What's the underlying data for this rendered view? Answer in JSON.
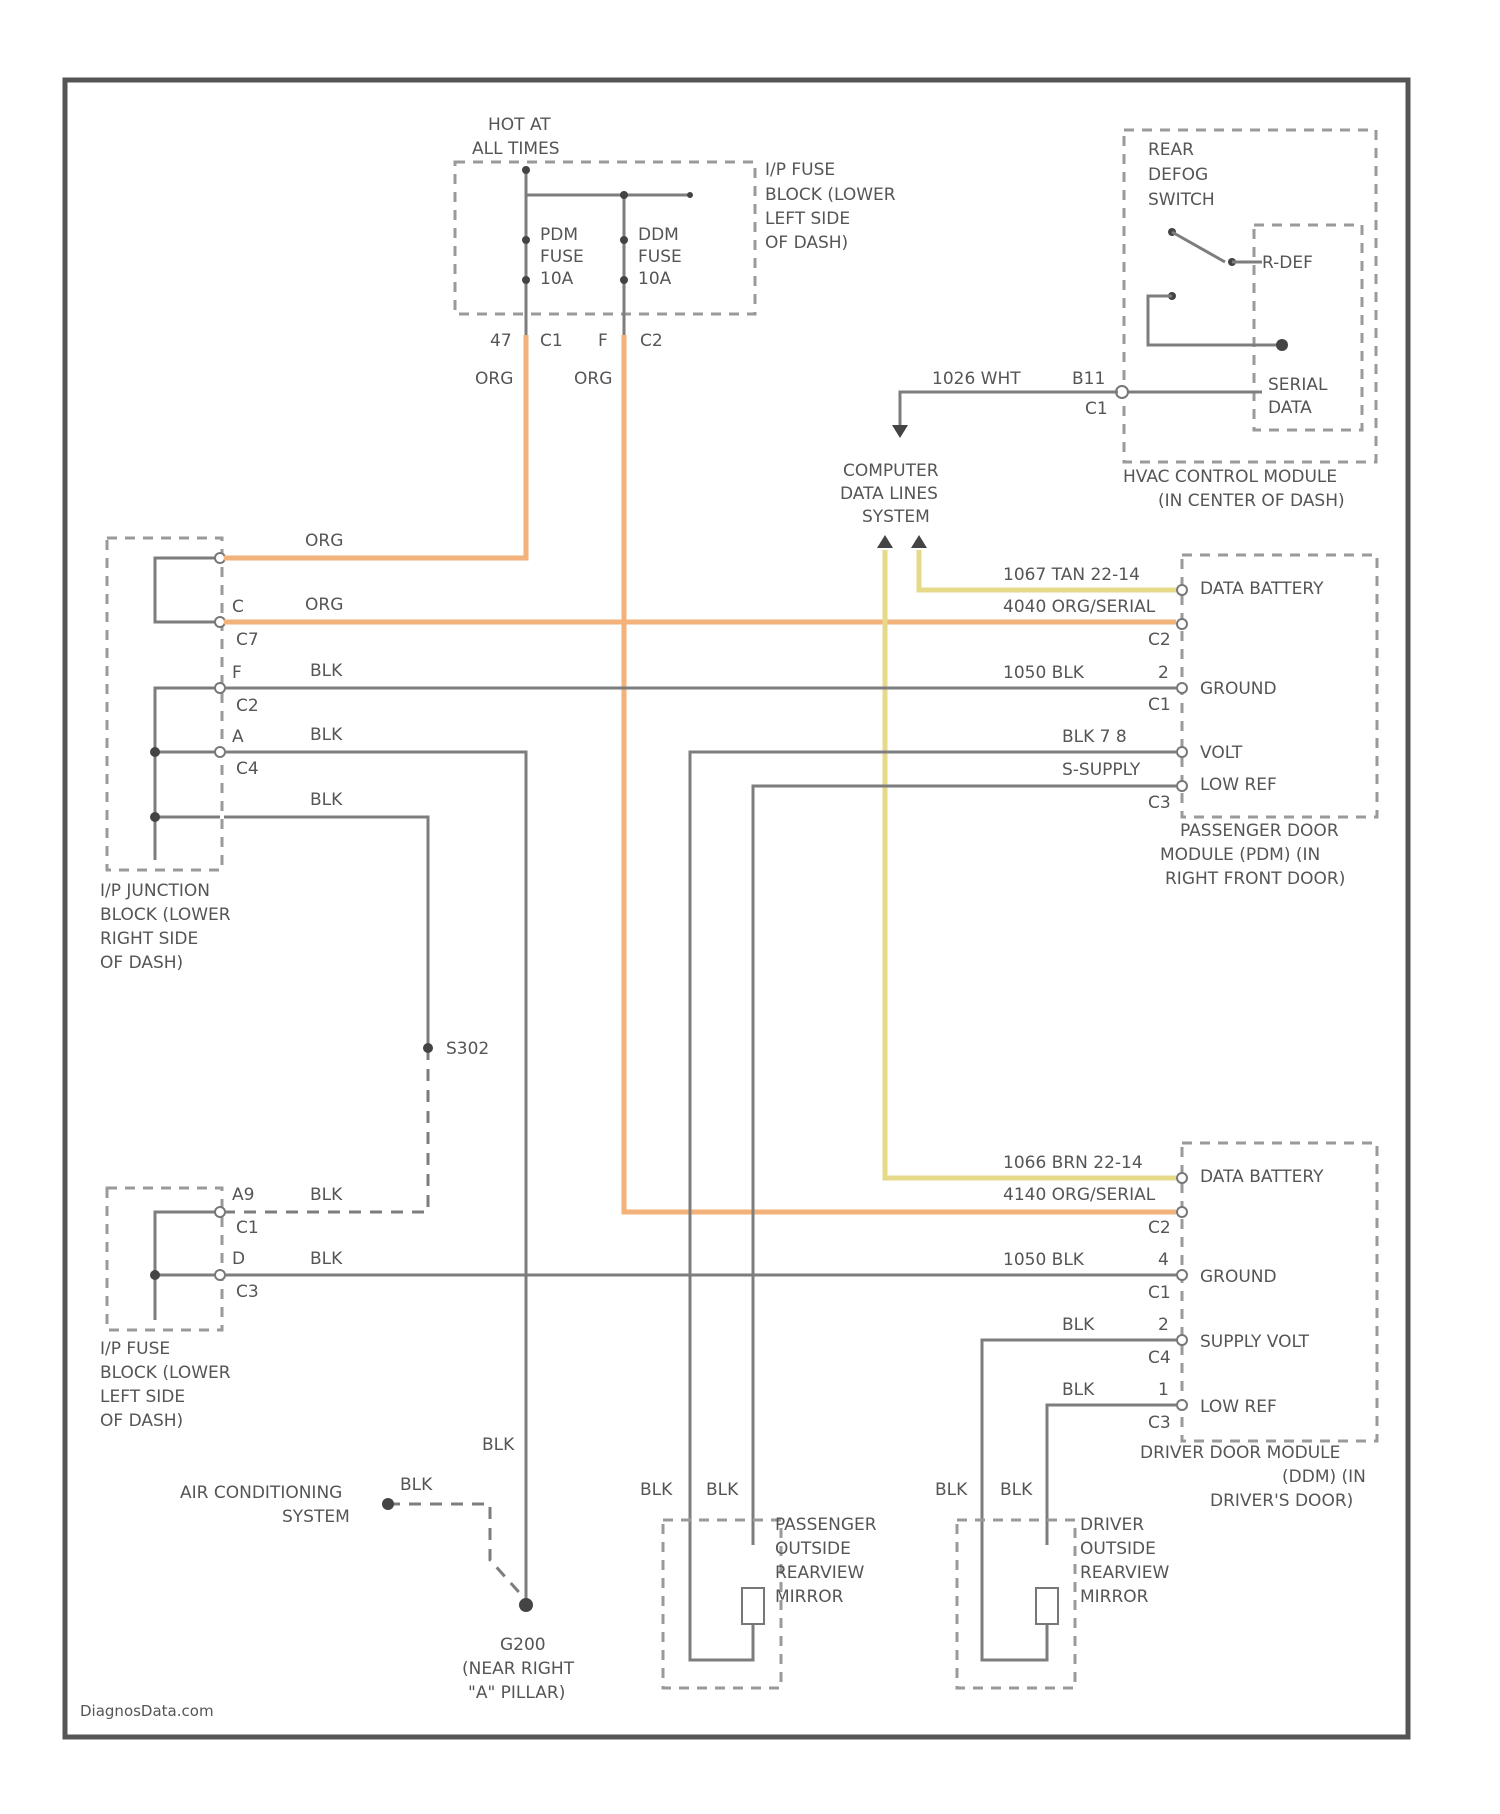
{
  "fuse_block_top": {
    "hot_label": [
      "HOT AT",
      "ALL TIMES"
    ],
    "name": [
      "I/P FUSE",
      "BLOCK (LOWER",
      "LEFT SIDE",
      "OF DASH)"
    ],
    "fuse_pdm": [
      "PDM",
      "FUSE",
      "10A"
    ],
    "fuse_ddm": [
      "DDM",
      "FUSE",
      "10A"
    ],
    "pin_left": "47",
    "conn_left": "C1",
    "pin_right": "F",
    "conn_right": "C2"
  },
  "wire_colors": {
    "org": "ORG",
    "blk": "BLK"
  },
  "colors": {
    "orange_wire": "#f2b27a",
    "yellow_wire": "#e6d98a",
    "gray_wire": "#7d7d7d",
    "frame": "#555555"
  },
  "hvac": {
    "switch_name": [
      "REAR",
      "DEFOG",
      "SWITCH"
    ],
    "rdef": "R-DEF",
    "serial": [
      "SERIAL",
      "DATA"
    ],
    "name": [
      "HVAC CONTROL MODULE",
      "(IN CENTER OF DASH)"
    ],
    "wire": "1026 WHT",
    "pin": "B11",
    "conn": "C1"
  },
  "cdls": [
    "COMPUTER",
    "DATA LINES",
    "SYSTEM"
  ],
  "junction_block": {
    "name": [
      "I/P JUNCTION",
      "BLOCK (LOWER",
      "RIGHT SIDE",
      "OF DASH)"
    ],
    "pin_c": "C",
    "conn_c7": "C7",
    "pin_f": "F",
    "conn_c2": "C2",
    "pin_a": "A",
    "conn_c4": "C4"
  },
  "pdm": {
    "name": [
      "PASSENGER DOOR",
      "MODULE (PDM) (IN",
      "RIGHT FRONT DOOR)"
    ],
    "data_wire": "1067 TAN 22-14",
    "data_label": "DATA BATTERY",
    "org_wire": "4040 ORG/SERIAL",
    "conn_c2": "C2",
    "gnd_wire": "1050 BLK",
    "gnd_pin": "2",
    "gnd_label": "GROUND",
    "conn_c1": "C1",
    "volt_wire": "BLK 7 8",
    "volt_label": "VOLT",
    "supply_label": "S-SUPPLY",
    "lowref_label": "LOW REF",
    "conn_c3": "C3"
  },
  "splice": "S302",
  "fuse_block_bottom": {
    "name": [
      "I/P FUSE",
      "BLOCK (LOWER",
      "LEFT SIDE",
      "OF DASH)"
    ],
    "pin_a9": "A9",
    "conn_c1": "C1",
    "pin_d": "D",
    "conn_c3": "C3"
  },
  "ddm": {
    "name": [
      "DRIVER DOOR MODULE",
      "(DDM) (IN",
      "DRIVER'S DOOR)"
    ],
    "data_wire": "1066 BRN 22-14",
    "data_label": "DATA BATTERY",
    "org_wire": "4140 ORG/SERIAL",
    "conn_c2": "C2",
    "gnd_wire": "1050 BLK",
    "gnd_pin": "4",
    "gnd_label": "GROUND",
    "conn_c1": "C1",
    "supply_pin": "2",
    "supply_label": "SUPPLY VOLT",
    "conn_c4": "C4",
    "lowref_pin": "1",
    "lowref_label": "LOW REF",
    "conn_c3": "C3"
  },
  "ac_system": [
    "AIR CONDITIONING",
    "SYSTEM"
  ],
  "ground": [
    "G200",
    "(NEAR RIGHT",
    "\"A\" PILLAR)"
  ],
  "pass_mirror": [
    "PASSENGER",
    "OUTSIDE",
    "REARVIEW",
    "MIRROR"
  ],
  "driver_mirror": [
    "DRIVER",
    "OUTSIDE",
    "REARVIEW",
    "MIRROR"
  ],
  "watermark": "DiagnosData.com"
}
